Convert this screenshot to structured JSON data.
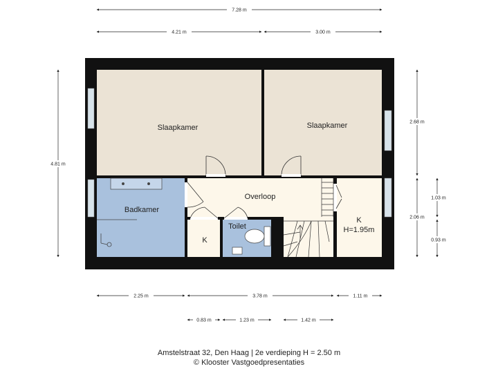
{
  "colors": {
    "wall": "#111111",
    "bedroom": "#ebe3d5",
    "hallway": "#fdf7ea",
    "bathroom": "#a9c1dd",
    "window": "#d7e3ea",
    "dimension": "#222222"
  },
  "rooms": {
    "bedroom1": "Slaapkamer",
    "bedroom2": "Slaapkamer",
    "hallway": "Overloop",
    "bathroom": "Badkamer",
    "toilet": "Toilet",
    "closet_small": "K",
    "closet_right": "K",
    "closet_right_height": "H=1.95m"
  },
  "dimensions": {
    "total_width": "7.28 m",
    "top_left_width": "4.21 m",
    "top_right_width": "3.00 m",
    "total_height": "4.81 m",
    "right_upper": "2.68 m",
    "right_lower": "2.06 m",
    "right_small_top": "1.03 m",
    "right_small_bottom": "0.93 m",
    "bottom_left": "2.25 m",
    "bottom_middle": "3.78 m",
    "bottom_right": "1.11 m",
    "bottom2_a": "0.83 m",
    "bottom2_b": "1.23 m",
    "bottom2_c": "1.42 m"
  },
  "caption": {
    "line1": "Amstelstraat 32, Den Haag | 2e verdieping H = 2.50 m",
    "line2": "© Klooster Vastgoedpresentaties"
  }
}
